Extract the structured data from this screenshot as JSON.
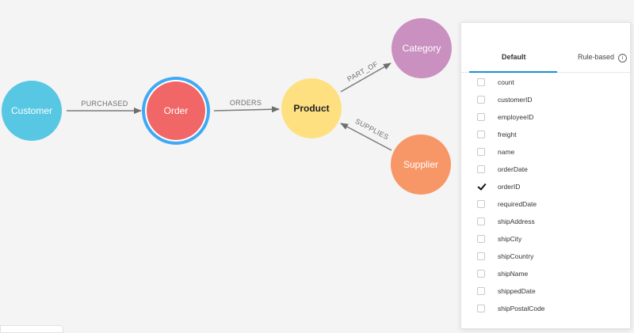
{
  "graph": {
    "nodes": [
      {
        "id": "customer",
        "label": "Customer",
        "color": "#57c7e3"
      },
      {
        "id": "order",
        "label": "Order",
        "color": "#f16667",
        "selected": true,
        "ring_color": "#3fa9f5"
      },
      {
        "id": "product",
        "label": "Product",
        "color": "#ffe081"
      },
      {
        "id": "category",
        "label": "Category",
        "color": "#c990c0"
      },
      {
        "id": "supplier",
        "label": "Supplier",
        "color": "#f79767"
      }
    ],
    "edges": [
      {
        "from": "customer",
        "to": "order",
        "label": "PURCHASED"
      },
      {
        "from": "order",
        "to": "product",
        "label": "ORDERS"
      },
      {
        "from": "product",
        "to": "category",
        "label": "PART_OF"
      },
      {
        "from": "supplier",
        "to": "product",
        "label": "SUPPLIES"
      }
    ]
  },
  "panel": {
    "tabs": {
      "default_label": "Default",
      "rule_label": "Rule-based",
      "info_icon": "info-icon",
      "active_color": "#1b8fd6"
    },
    "properties": [
      {
        "label": "count",
        "checked": false
      },
      {
        "label": "customerID",
        "checked": false
      },
      {
        "label": "employeeID",
        "checked": false
      },
      {
        "label": "freight",
        "checked": false
      },
      {
        "label": "name",
        "checked": false
      },
      {
        "label": "orderDate",
        "checked": false
      },
      {
        "label": "orderID",
        "checked": true
      },
      {
        "label": "requiredDate",
        "checked": false
      },
      {
        "label": "shipAddress",
        "checked": false
      },
      {
        "label": "shipCity",
        "checked": false
      },
      {
        "label": "shipCountry",
        "checked": false
      },
      {
        "label": "shipName",
        "checked": false
      },
      {
        "label": "shippedDate",
        "checked": false
      },
      {
        "label": "shipPostalCode",
        "checked": false
      }
    ]
  }
}
